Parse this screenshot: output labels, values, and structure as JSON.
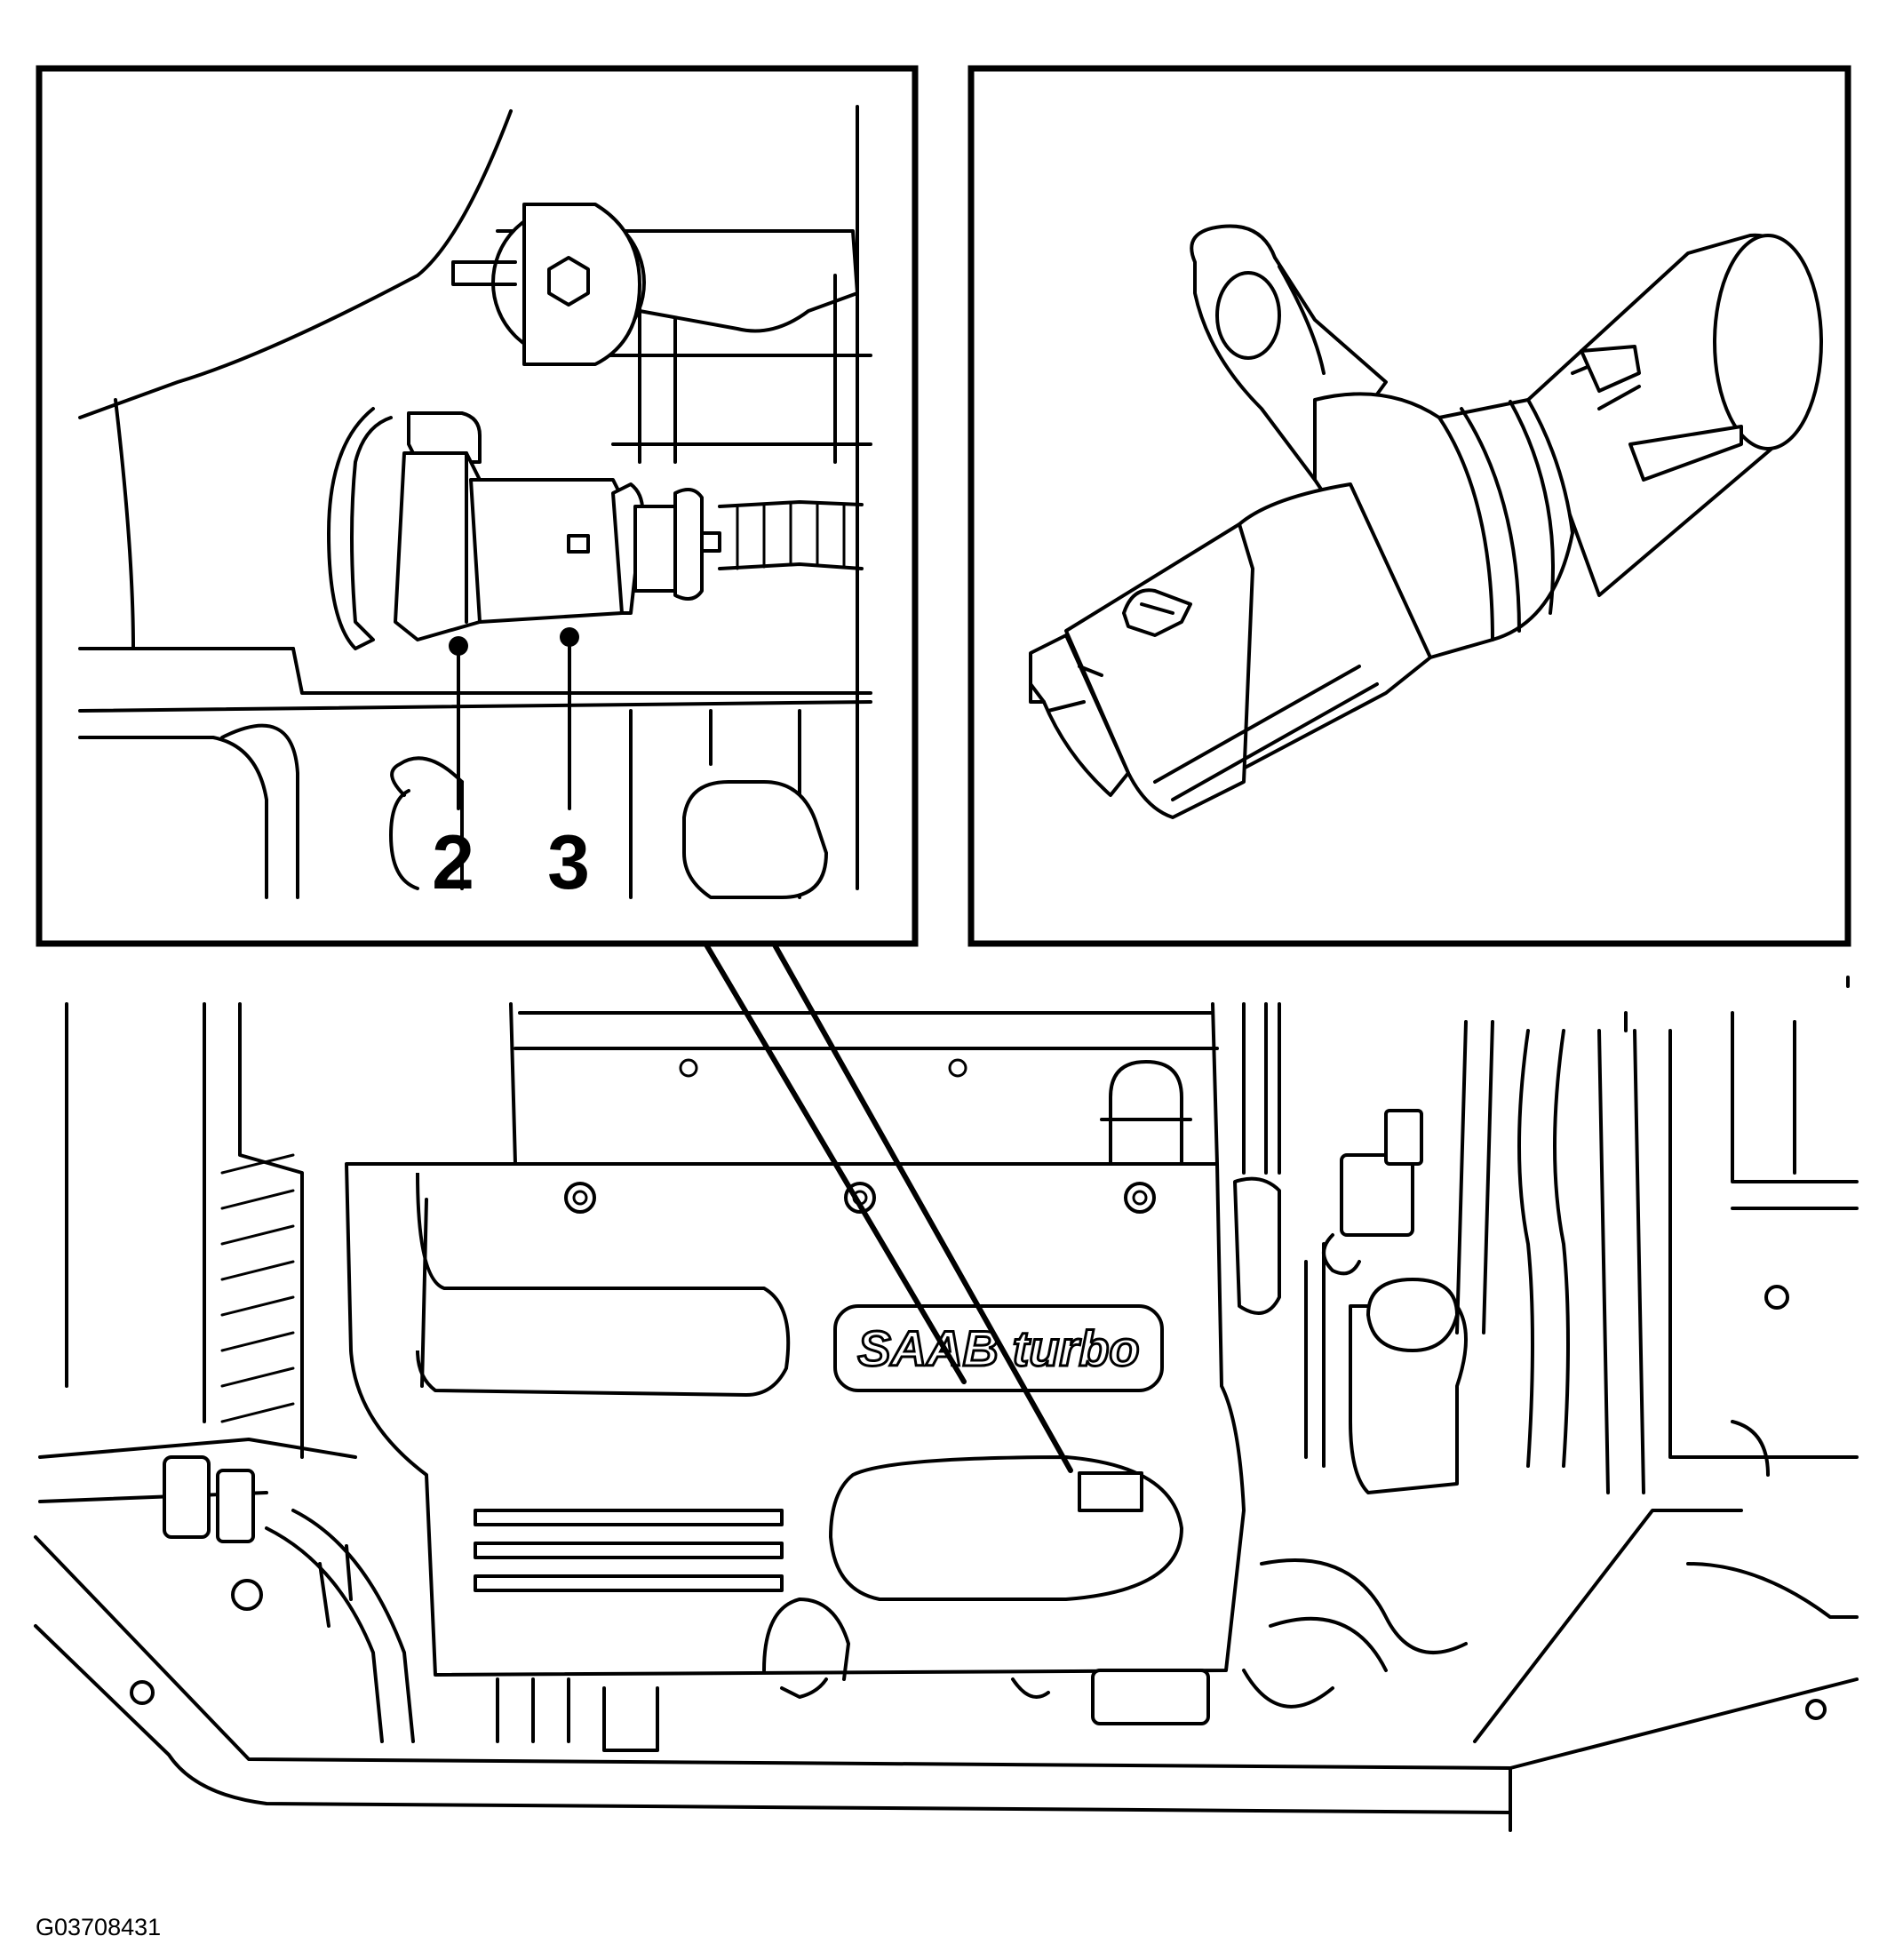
{
  "diagram": {
    "callouts": [
      {
        "id": "2",
        "label": "2"
      },
      {
        "id": "3",
        "label": "3"
      }
    ],
    "brand_badge": "SAAB turbo",
    "figure_id": "G03708431"
  },
  "colors": {
    "line": "#000000",
    "background": "#ffffff"
  }
}
